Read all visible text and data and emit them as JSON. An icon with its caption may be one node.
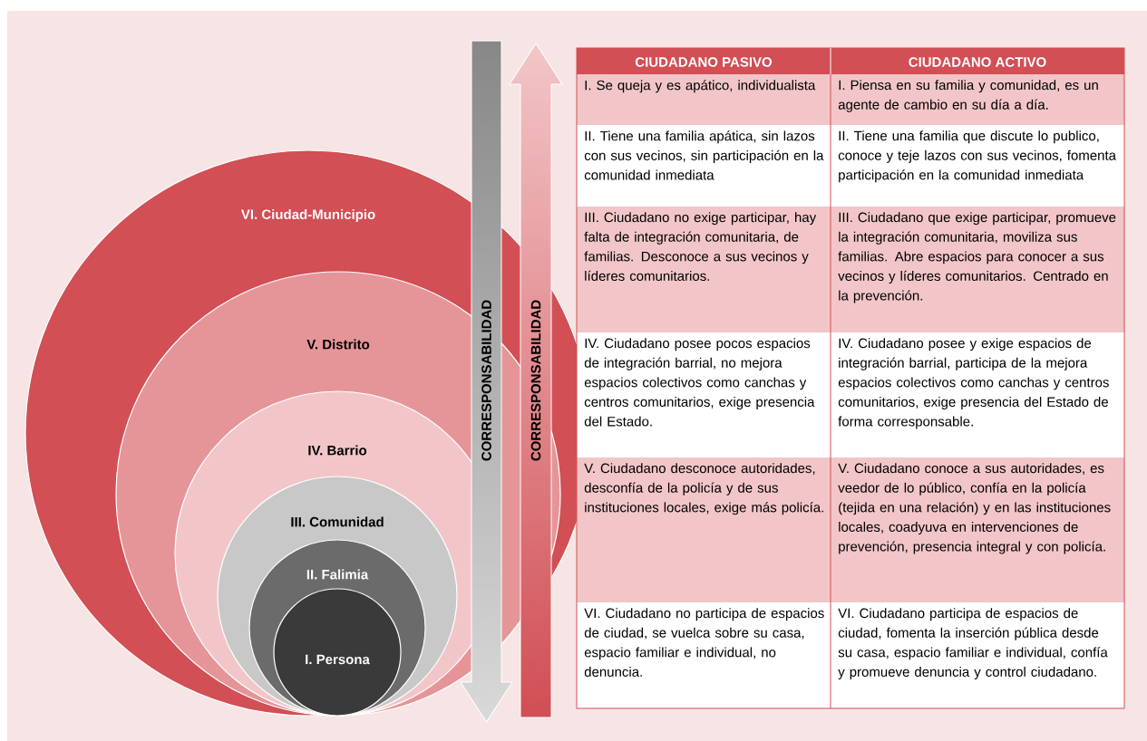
{
  "diagram": {
    "nodes": [
      {
        "text": [
          "VI. Ciudad-Municipio"
        ]
      },
      {
        "text": [
          "V. Distrito"
        ],
        "in": 0
      },
      {
        "text": [
          "IV. Barrio"
        ],
        "in": 1
      },
      {
        "text": [
          "III. Comunidad"
        ],
        "in": 2
      },
      {
        "text": [
          "II. Falimia"
        ],
        "in": 3
      },
      {
        "text": [
          "I. Persona"
        ],
        "in": 4
      }
    ],
    "labels": [
      "CORRESPONSABILIDAD",
      "CORRESPONSABILIDAD",
      "CIUDADANO PASIVO",
      "CIUDADANO ACTIVO",
      "I. Se queja y es apático, individualista",
      "I. Piensa en su familia y comunidad, es un agente de cambio en su día a día.",
      "II. Tiene una familia apática, sin lazos con sus vecinos, sin participación en la comunidad inmediata",
      "II. Tiene una familia que discute lo publico, conoce y teje lazos con sus vecinos, fomenta participación en la comunidad inmediata",
      "III. Ciudadano no exige participar, hay falta de integración comunitaria, de familias. Desconoce a sus vecinos y líderes comunitarios.",
      "III. Ciudadano que exige participar, promueve la integración comunitaria, moviliza sus familias. Abre espacios para conocer a sus vecinos y líderes comunitarios. Centrado en la prevención.",
      "IV. Ciudadano posee pocos espacios de integración barrial, no mejora espacios colectivos como canchas y centros comunitarios, exige presencia del Estado.",
      "IV. Ciudadano posee y exige espacios de integración barrial, participa de la mejora espacios colectivos como canchas y centros comunitarios, exige presencia del Estado de forma corresponsable.",
      "V. Ciudadano desconoce autoridades, desconfía de la policía y de sus instituciones locales, exige más policía.",
      "V. Ciudadano conoce a sus autoridades, es veedor de lo público, confía en la policía (tejida en una relación) y en las instituciones locales, coadyuva en intervenciones de prevención, presencia integral y con policía.",
      "VI. Ciudadano no participa de espacios de ciudad, se vuelca sobre su casa, espacio familiar e individual, no denuncia.",
      "VI. Ciudadano participa de espacios de ciudad, fomenta la inserción pública desde su casa, espacio familiar e individual, confía y promueve denuncia y control ciudadano."
    ]
  }
}
